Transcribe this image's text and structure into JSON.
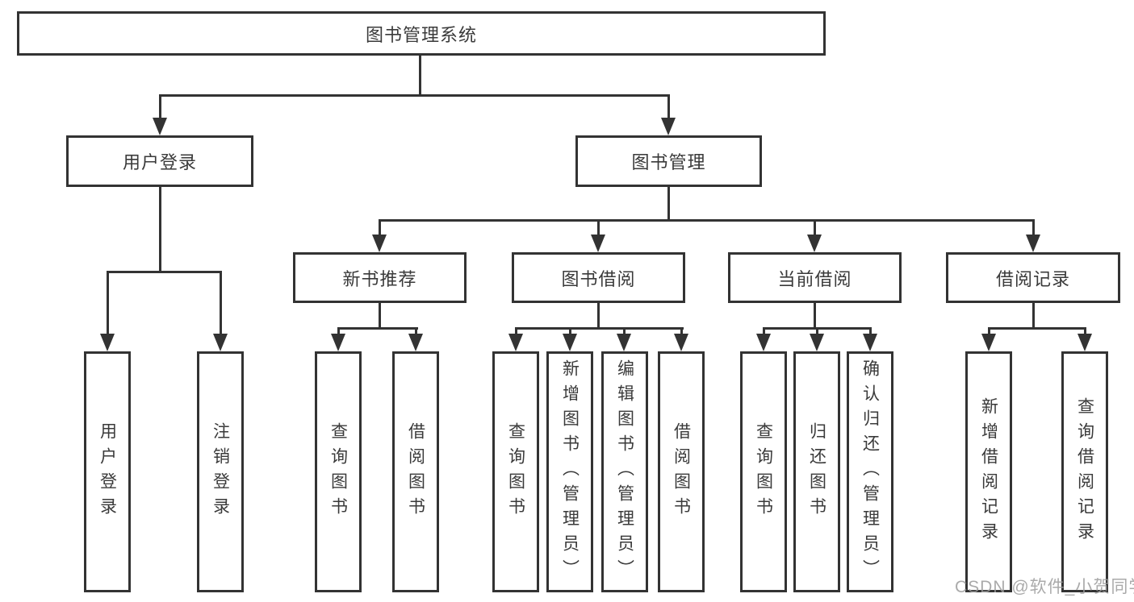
{
  "diagram": {
    "title": "图书管理系统",
    "root": "图书管理系统",
    "level2": [
      "用户登录",
      "图书管理"
    ],
    "level3": [
      "新书推荐",
      "图书借阅",
      "当前借阅",
      "借阅记录"
    ],
    "leaves": [
      "用户登录",
      "注销登录",
      "查询图书",
      "借阅图书",
      "查询图书",
      "新增图书（管理员）",
      "编辑图书（管理员）",
      "借阅图书",
      "查询图书",
      "归还图书",
      "确认归还（管理员）",
      "新增借阅记录",
      "查询借阅记录"
    ]
  },
  "watermark": {
    "text": "CSDN @软件_小贺同学"
  },
  "colors": {
    "line": "#333333",
    "text": "#3a3a3a",
    "box_fill": "#ffffff",
    "background": "#ffffff",
    "watermark": "#9c9c9c"
  }
}
